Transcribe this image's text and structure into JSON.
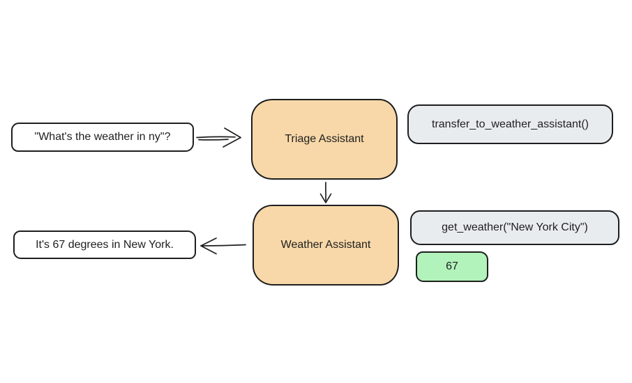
{
  "colors": {
    "background": "#ffffff",
    "stroke": "#1e1e1e",
    "agent_fill": "#f8d8a8",
    "function_fill": "#e9ecef",
    "result_fill": "#b2f2bb",
    "message_fill": "#ffffff"
  },
  "nodes": {
    "user_query": {
      "label": "\"What's the weather in ny\"?",
      "fill": "#ffffff"
    },
    "triage_assistant": {
      "label": "Triage Assistant",
      "fill": "#f8d8a8"
    },
    "transfer_call": {
      "label": "transfer_to_weather_assistant()",
      "fill": "#e9ecef"
    },
    "weather_assistant": {
      "label": "Weather Assistant",
      "fill": "#f8d8a8"
    },
    "get_weather_call": {
      "label": "get_weather(\"New York City\")",
      "fill": "#e9ecef"
    },
    "tool_result": {
      "label": "67",
      "fill": "#b2f2bb"
    },
    "final_response": {
      "label": "It's 67 degrees in New York.",
      "fill": "#ffffff"
    }
  },
  "icons": {
    "user_to_triage": "hand-drawn double-shaft right arrow",
    "triage_to_weather": "hand-drawn down arrow",
    "weather_to_response": "hand-drawn left arrow"
  }
}
